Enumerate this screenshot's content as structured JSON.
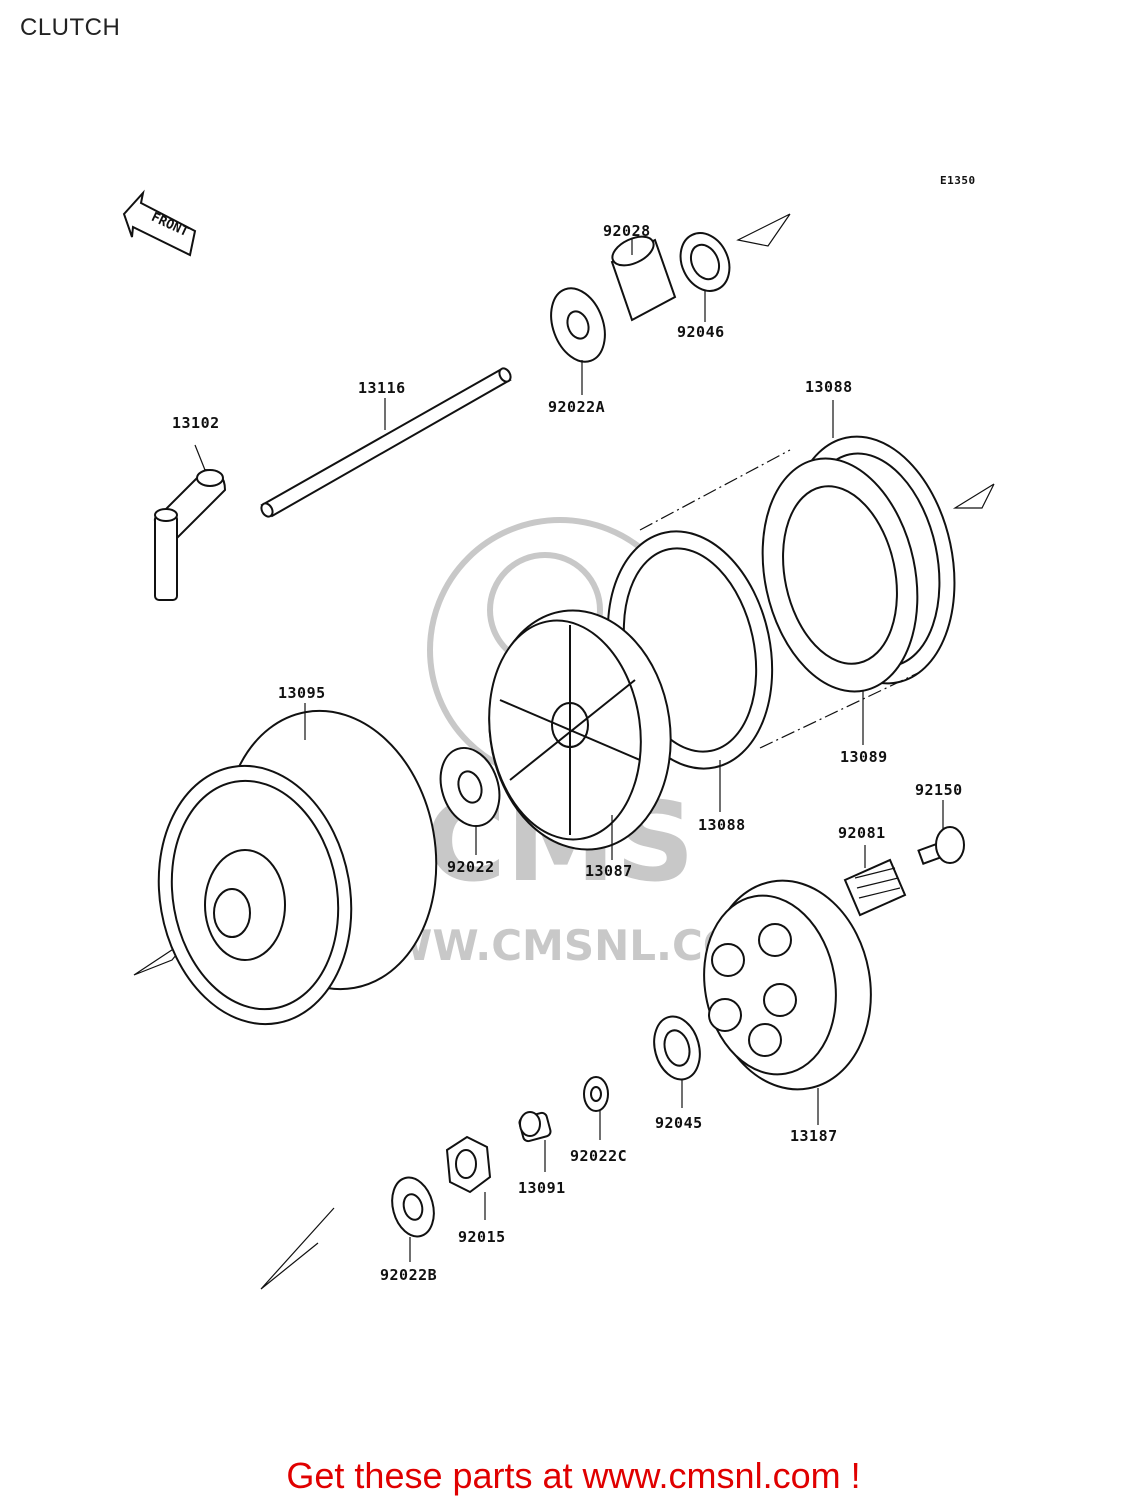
{
  "page": {
    "title": "CLUTCH",
    "diagram_code": "E1350",
    "front_label": "FRONT",
    "watermark_text": "CMS",
    "watermark_url": "WWW.CMSNL.COM",
    "cta_text": "Get these parts at www.cmsnl.com !",
    "cta_color": "#e00000"
  },
  "parts": {
    "p13102": "13102",
    "p13116": "13116",
    "p92028": "92028",
    "p92046": "92046",
    "p92022A": "92022A",
    "p13088_top": "13088",
    "p13089": "13089",
    "p13088_bottom": "13088",
    "p13095": "13095",
    "p92022": "92022",
    "p13087": "13087",
    "p92150": "92150",
    "p92081": "92081",
    "p92045": "92045",
    "p13187": "13187",
    "p92022C": "92022C",
    "p13091": "13091",
    "p92015": "92015",
    "p92022B": "92022B"
  }
}
